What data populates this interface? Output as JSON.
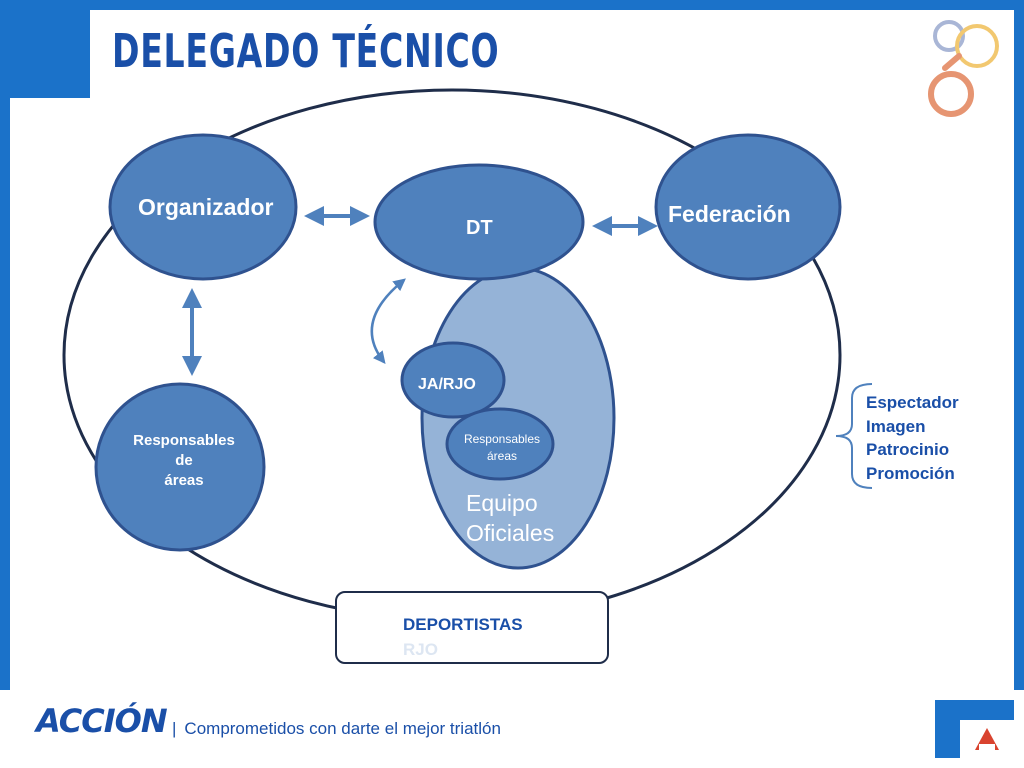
{
  "slide": {
    "title": "DELEGADO TÉCNICO"
  },
  "diagram": {
    "nodes": {
      "organizador": "Organizador",
      "dt": "DT",
      "federacion": "Federación",
      "responsables_left": [
        "Responsables",
        "de",
        "áreas"
      ],
      "ja_rjo": "JA/RJO",
      "responsables_inner": [
        "Responsables",
        "áreas"
      ],
      "equipo": [
        "Equipo",
        "Oficiales"
      ]
    },
    "side_list": [
      "Espectador",
      "Imagen",
      "Patrocinio",
      "Promoción"
    ],
    "deportistas": {
      "label": "DEPORTISTAS",
      "ghost": "RJO"
    }
  },
  "footer": {
    "brand": "ACCIÓN",
    "tagline": "Comprometidos con darte el mejor triatlón"
  },
  "colors": {
    "brand_blue": "#1a4fa8",
    "node_fill": "#4f81bd",
    "node_stroke": "#2f528f",
    "equipo_fill": "#95b3d7",
    "frame_blue": "#1b72c9"
  }
}
